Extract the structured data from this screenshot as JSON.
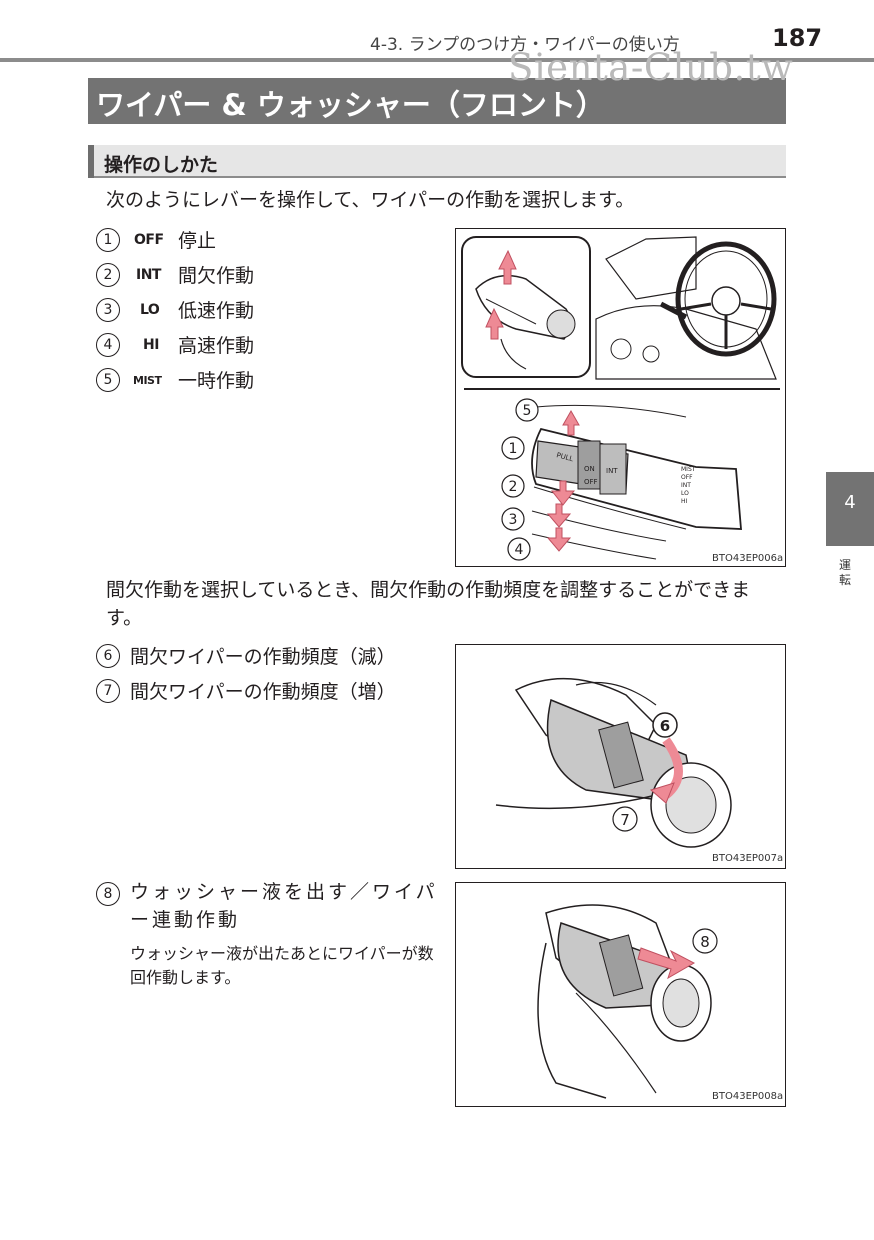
{
  "header": {
    "running_head": "4-3. ランプのつけ方・ワイパーの使い方",
    "page_number": "187",
    "watermark": "Sienta-Club.tw"
  },
  "section": {
    "title": "ワイパー & ウォッシャー（フロント）",
    "subheading": "操作のしかた",
    "intro": "次のようにレバーを操作して、ワイパーの作動を選択します。"
  },
  "modes": [
    {
      "num": "1",
      "code": "OFF",
      "label": "停止"
    },
    {
      "num": "2",
      "code": "INT",
      "label": "間欠作動"
    },
    {
      "num": "3",
      "code": "LO",
      "label": "低速作動"
    },
    {
      "num": "4",
      "code": "HI",
      "label": "高速作動"
    },
    {
      "num": "5",
      "code": "MIST",
      "label": "一時作動"
    }
  ],
  "intermittent_text": "間欠作動を選択しているとき、間欠作動の作動頻度を調整することができます。",
  "frequency_items": [
    {
      "num": "6",
      "label": "間欠ワイパーの作動頻度（減）"
    },
    {
      "num": "7",
      "label": "間欠ワイパーの作動頻度（増）"
    }
  ],
  "washer_item": {
    "num": "8",
    "label": "ウォッシャー液を出す／ワイパー連動作動",
    "note": "ウォッシャー液が出たあとにワイパーが数回作動します。"
  },
  "figures": {
    "fig1": {
      "code": "BTO43EP006a",
      "callouts": [
        "5",
        "1",
        "2",
        "3",
        "4"
      ],
      "lever_labels": [
        "PULL",
        "ON",
        "OFF",
        "INT",
        "MIST",
        "OFF",
        "INT",
        "LO",
        "HI"
      ]
    },
    "fig2": {
      "code": "BTO43EP007a",
      "callouts": [
        "6",
        "7"
      ]
    },
    "fig3": {
      "code": "BTO43EP008a",
      "callouts": [
        "8"
      ]
    }
  },
  "side_tab": {
    "number": "4",
    "label": "運転"
  },
  "colors": {
    "accent_pink": "#ee8a95",
    "gray_bar": "#737373",
    "light_bar": "#e6e6e6"
  }
}
